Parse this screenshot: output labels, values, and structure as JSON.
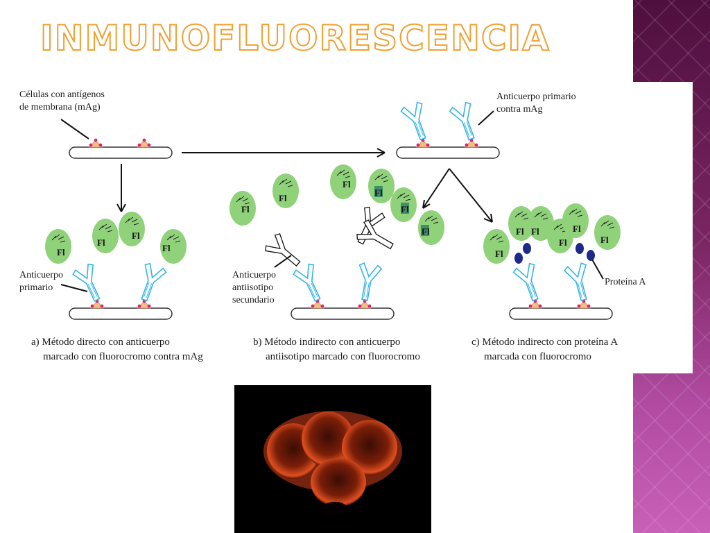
{
  "slide": {
    "title": "INMUNOFLUORESCENCIA"
  },
  "diagram": {
    "top_left_label_line1": "Células con antígenos",
    "top_left_label_line2": "de membrana (mAg)",
    "top_right_label_line1": "Anticuerpo primario",
    "top_right_label_line2": "contra mAg",
    "label_primary_line1": "Anticuerpo",
    "label_primary_line2": "primario",
    "label_secondary_line1": "Anticuerpo",
    "label_secondary_line2": "antiisotipo",
    "label_secondary_line3": "secundario",
    "label_protein": "Proteína A",
    "fluorochrome": "Fl",
    "caption_a_line1": "a) Método directo con anticuerpo",
    "caption_a_line2": "marcado con fluorocromo contra mAg",
    "caption_b_line1": "b) Método indirecto con anticuerpo",
    "caption_b_line2": "antiisotipo marcado con fluorocromo",
    "caption_c_line1": "c) Método indirecto con proteína A",
    "caption_c_line2": "marcada con fluorocromo"
  },
  "colors": {
    "title_outline": "#f0a030",
    "antibody": "#33b5e5",
    "fluorochrome": "#8fd27a",
    "protein_a": "#1d2a8a",
    "antigen_base": "#f0c080",
    "antigen_tip": "#e0207a",
    "cell_stain": "#e05020"
  }
}
